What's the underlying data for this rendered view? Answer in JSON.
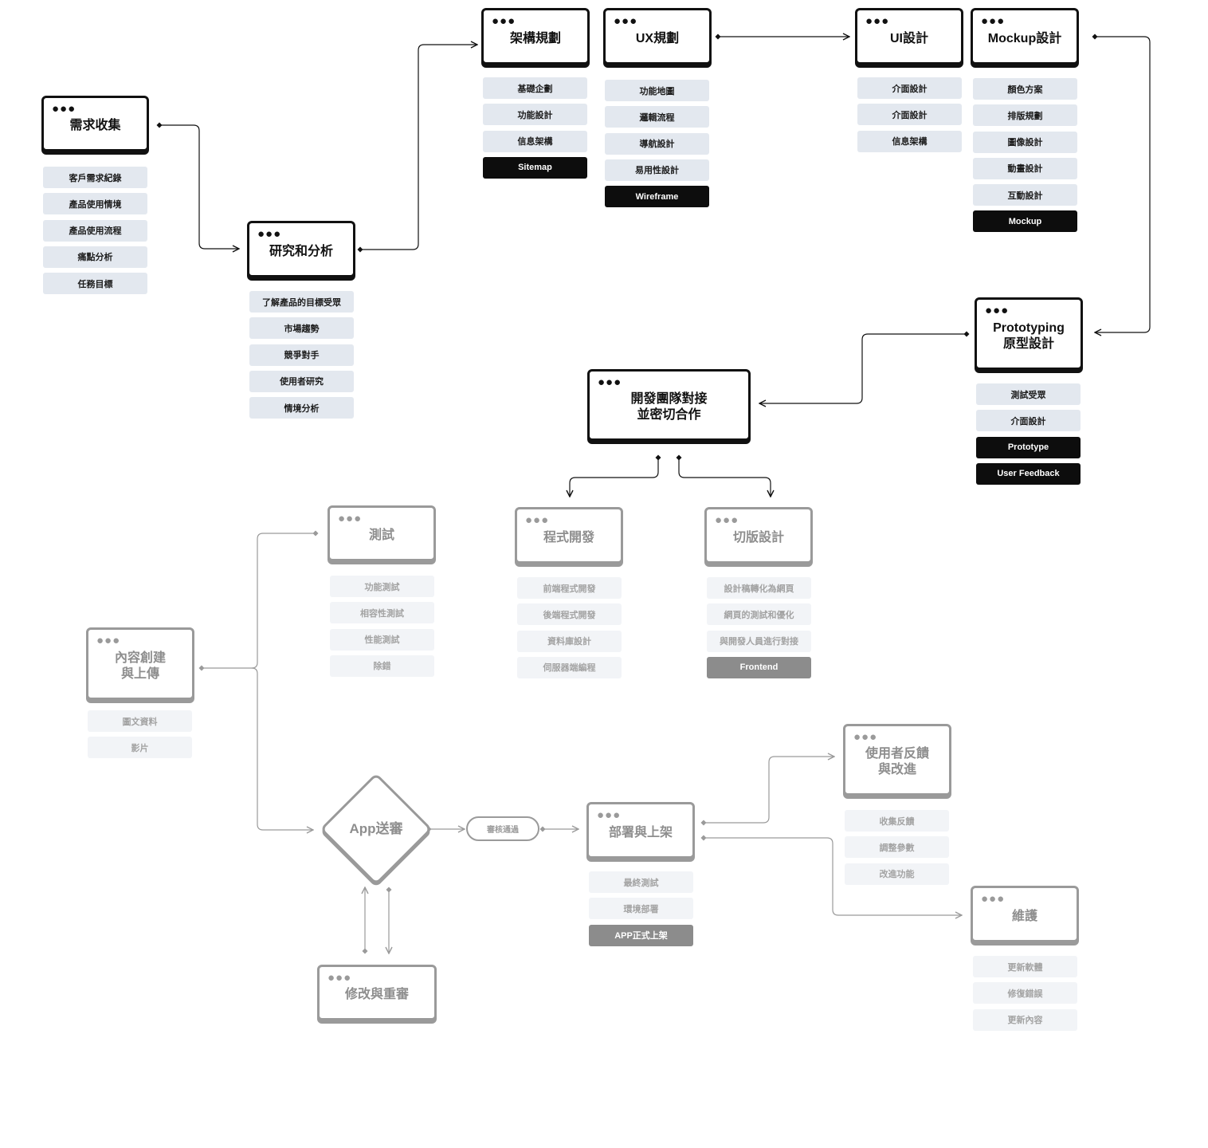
{
  "nodes": {
    "requirements": {
      "title": "需求收集",
      "items": [
        {
          "label": "客戶需求紀錄"
        },
        {
          "label": "產品使用情境"
        },
        {
          "label": "產品使用流程"
        },
        {
          "label": "痛點分析"
        },
        {
          "label": "任務目標"
        }
      ]
    },
    "research": {
      "title": "研究和分析",
      "items": [
        {
          "label": "了解產品的目標受眾"
        },
        {
          "label": "市場趨勢"
        },
        {
          "label": "競爭對手"
        },
        {
          "label": "使用者研究"
        },
        {
          "label": "情境分析"
        }
      ]
    },
    "architecture": {
      "title": "架構規劃",
      "items": [
        {
          "label": "基礎企劃"
        },
        {
          "label": "功能設計"
        },
        {
          "label": "信息架構"
        },
        {
          "label": "Sitemap",
          "highlight": true
        }
      ]
    },
    "ux": {
      "title": "UX規劃",
      "items": [
        {
          "label": "功能地圖"
        },
        {
          "label": "邏輯流程"
        },
        {
          "label": "導航設計"
        },
        {
          "label": "易用性設計"
        },
        {
          "label": "Wireframe",
          "highlight": true
        }
      ]
    },
    "ui": {
      "title": "UI設計",
      "items": [
        {
          "label": "介面設計"
        },
        {
          "label": "介面設計"
        },
        {
          "label": "信息架構"
        }
      ]
    },
    "mockup": {
      "title": "Mockup設計",
      "items": [
        {
          "label": "顏色方案"
        },
        {
          "label": "排版規劃"
        },
        {
          "label": "圖像設計"
        },
        {
          "label": "動畫設計"
        },
        {
          "label": "互動設計"
        },
        {
          "label": "Mockup",
          "highlight": true
        }
      ]
    },
    "prototyping": {
      "title": "Prototyping\n原型設計",
      "items": [
        {
          "label": "測試受眾"
        },
        {
          "label": "介面設計"
        },
        {
          "label": "Prototype",
          "highlight": true
        },
        {
          "label": "User Feedback",
          "highlight": true
        }
      ]
    },
    "dev_team": {
      "title": "開發團隊對接\n並密切合作"
    },
    "testing": {
      "title": "測試",
      "items": [
        {
          "label": "功能測試"
        },
        {
          "label": "相容性測試"
        },
        {
          "label": "性能測試"
        },
        {
          "label": "除錯"
        }
      ]
    },
    "programming": {
      "title": "程式開發",
      "items": [
        {
          "label": "前端程式開發"
        },
        {
          "label": "後端程式開發"
        },
        {
          "label": "資料庫設計"
        },
        {
          "label": "伺服器端編程"
        }
      ]
    },
    "slicing": {
      "title": "切版設計",
      "items": [
        {
          "label": "設計稿轉化為網頁"
        },
        {
          "label": "網頁的測試和優化"
        },
        {
          "label": "與開發人員進行對接"
        },
        {
          "label": "Frontend",
          "highlight": true
        }
      ]
    },
    "content": {
      "title": "內容創建\n與上傳",
      "items": [
        {
          "label": "圖文資料"
        },
        {
          "label": "影片"
        }
      ]
    },
    "deploy": {
      "title": "部署與上架",
      "items": [
        {
          "label": "最終測試"
        },
        {
          "label": "環境部署"
        },
        {
          "label": "APP正式上架",
          "highlight": true
        }
      ]
    },
    "feedback": {
      "title": "使用者反饋\n與改進",
      "items": [
        {
          "label": "收集反饋"
        },
        {
          "label": "調整參數"
        },
        {
          "label": "改進功能"
        }
      ]
    },
    "maintenance": {
      "title": "維護",
      "items": [
        {
          "label": "更新軟體"
        },
        {
          "label": "修復錯誤"
        },
        {
          "label": "更新內容"
        }
      ]
    },
    "revise": {
      "title": "修改與重審"
    }
  },
  "app_review": {
    "label": "App送審"
  },
  "review_passed": {
    "label": "審核通過"
  },
  "colors": {
    "stroke": "#111111",
    "faded": "#9a9a9a",
    "chip": "#e3e8ef",
    "chip_dark": "#0d0d0d"
  }
}
